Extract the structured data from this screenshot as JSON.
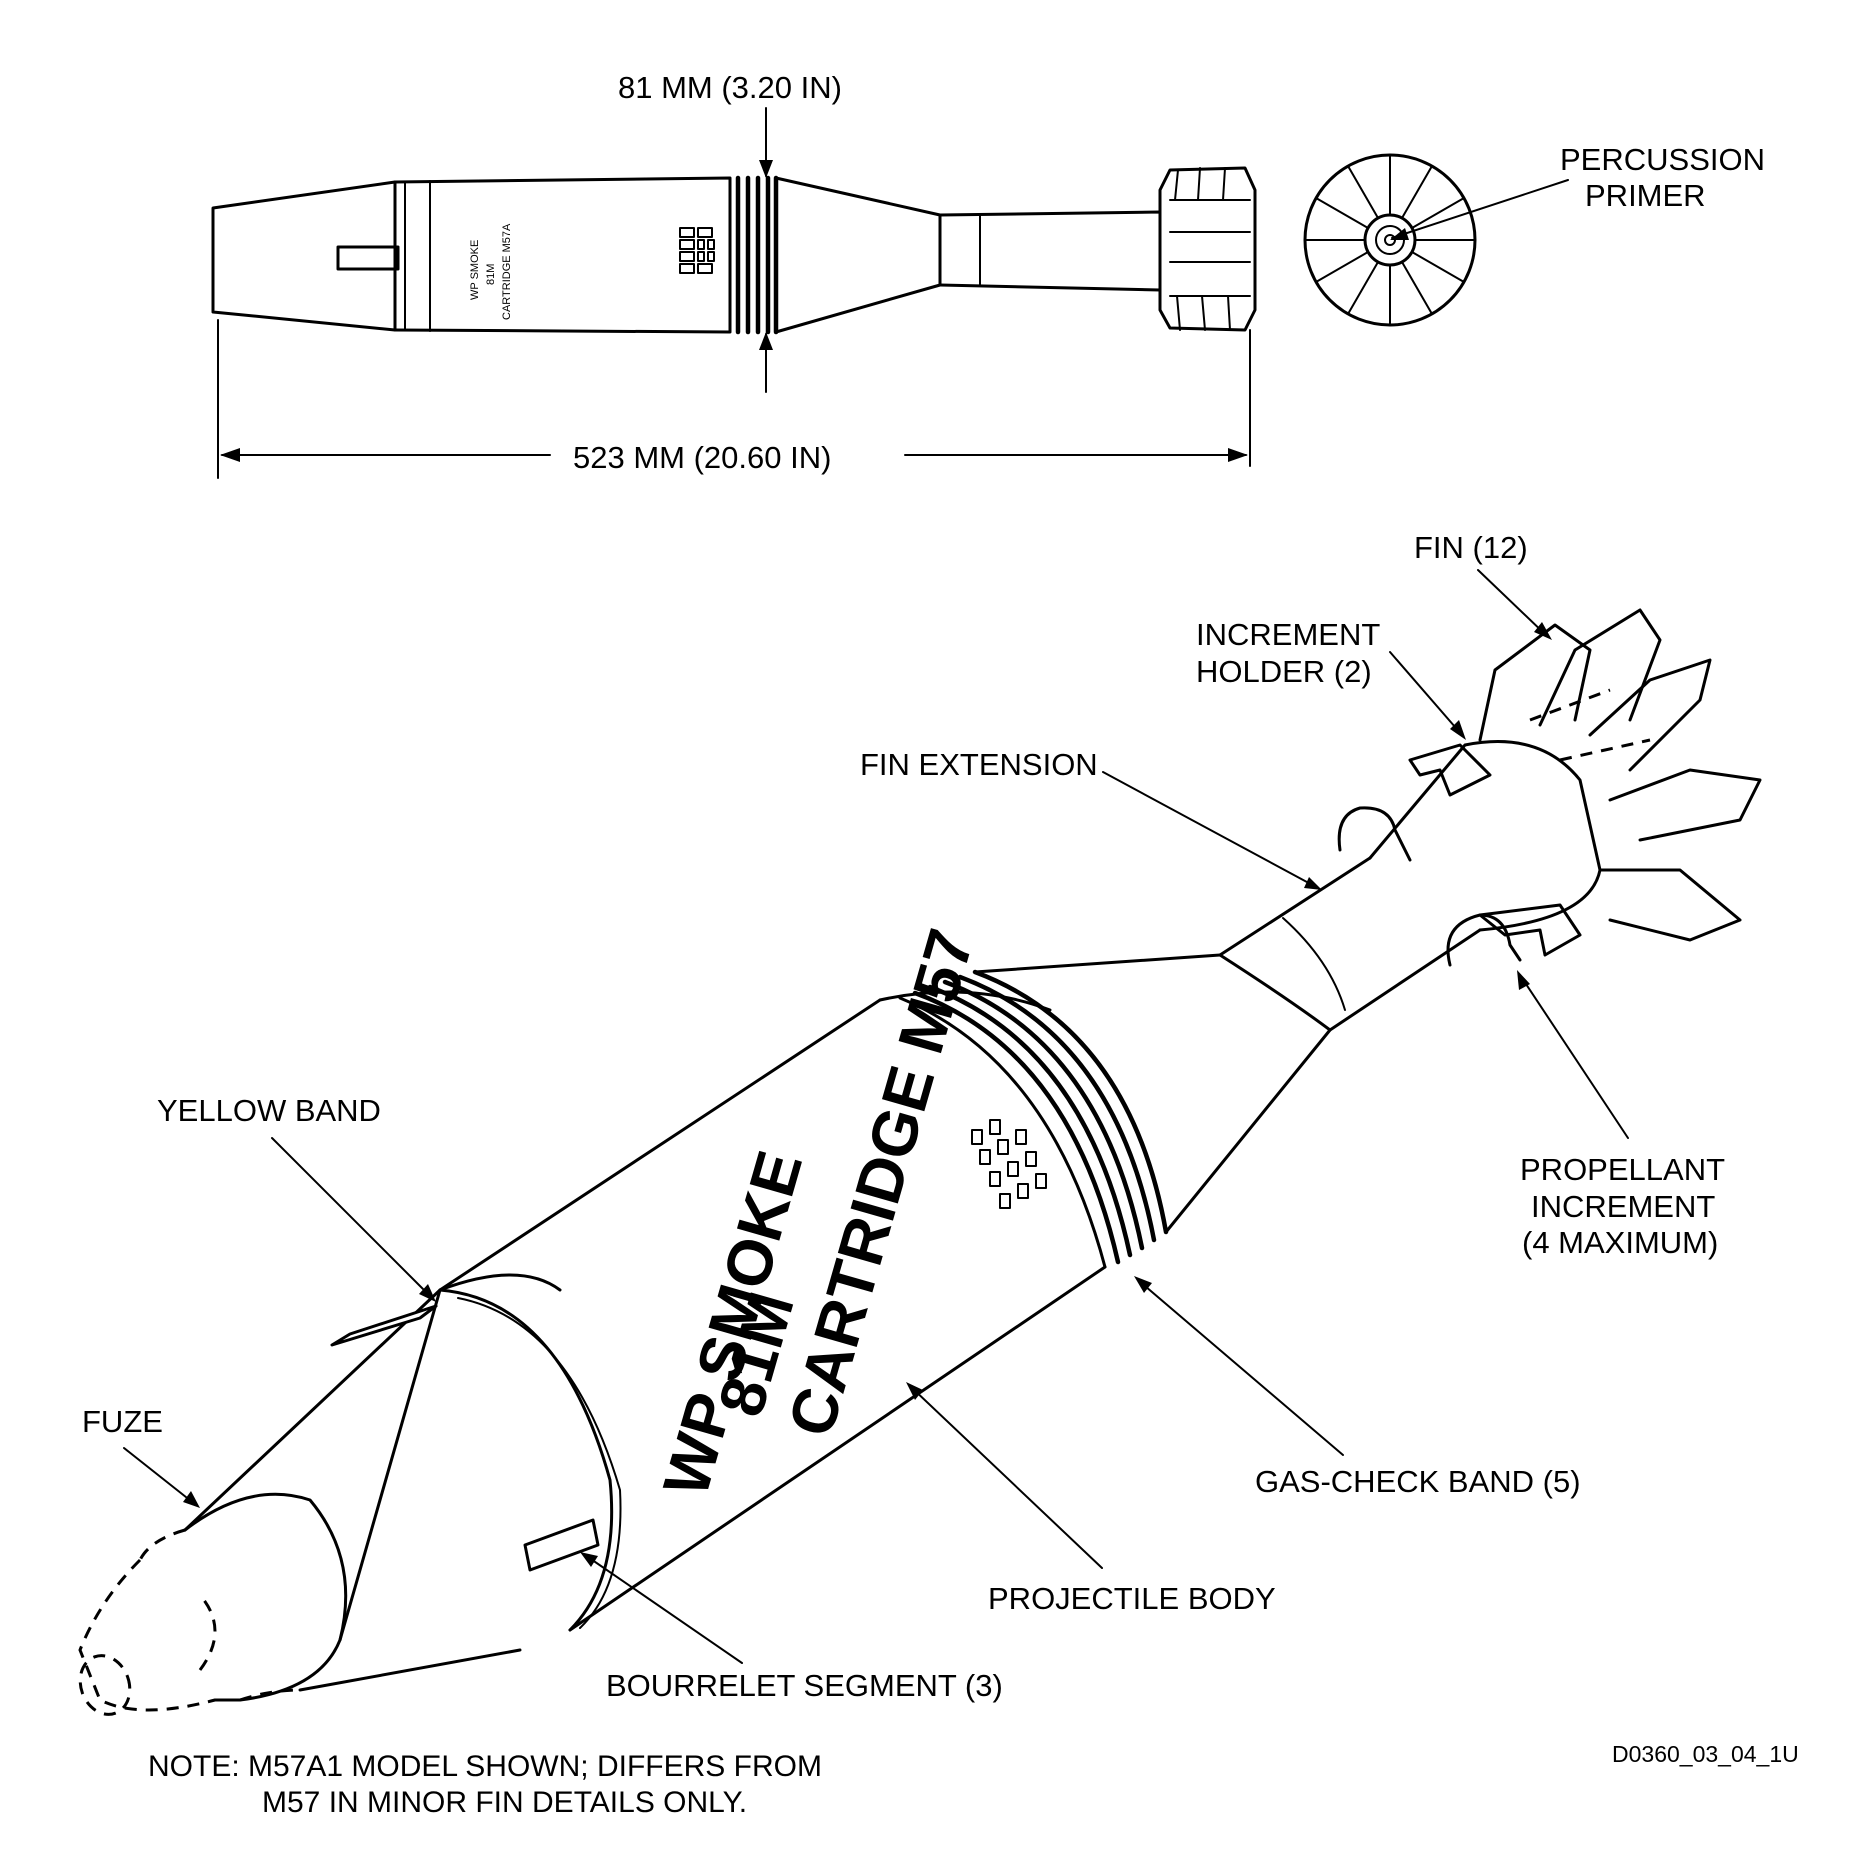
{
  "dimensions": {
    "diameter": "81 MM (3.20 IN)",
    "length": "523 MM (20.60 IN)"
  },
  "side_view_markings": [
    "WP SMOKE",
    "81M",
    "CARTRIDGE M57A"
  ],
  "callouts": {
    "percussion_primer": [
      "PERCUSSION",
      "PRIMER"
    ],
    "fin": "FIN (12)",
    "increment_holder": [
      "INCREMENT",
      "HOLDER (2)"
    ],
    "fin_extension": "FIN EXTENSION",
    "yellow_band": "YELLOW BAND",
    "propellant_increment": [
      "PROPELLANT",
      "INCREMENT",
      "(4 MAXIMUM)"
    ],
    "fuze": "FUZE",
    "gas_check_band": "GAS-CHECK BAND (5)",
    "projectile_body": "PROJECTILE BODY",
    "bourrelet_segment": "BOURRELET SEGMENT (3)"
  },
  "body_markings": [
    "WP SMOKE",
    "81M",
    "CARTRIDGE M57"
  ],
  "note": [
    "NOTE:  M57A1 MODEL SHOWN; DIFFERS FROM",
    "M57 IN MINOR FIN DETAILS ONLY."
  ],
  "figure_id": "D0360_03_04_1U"
}
